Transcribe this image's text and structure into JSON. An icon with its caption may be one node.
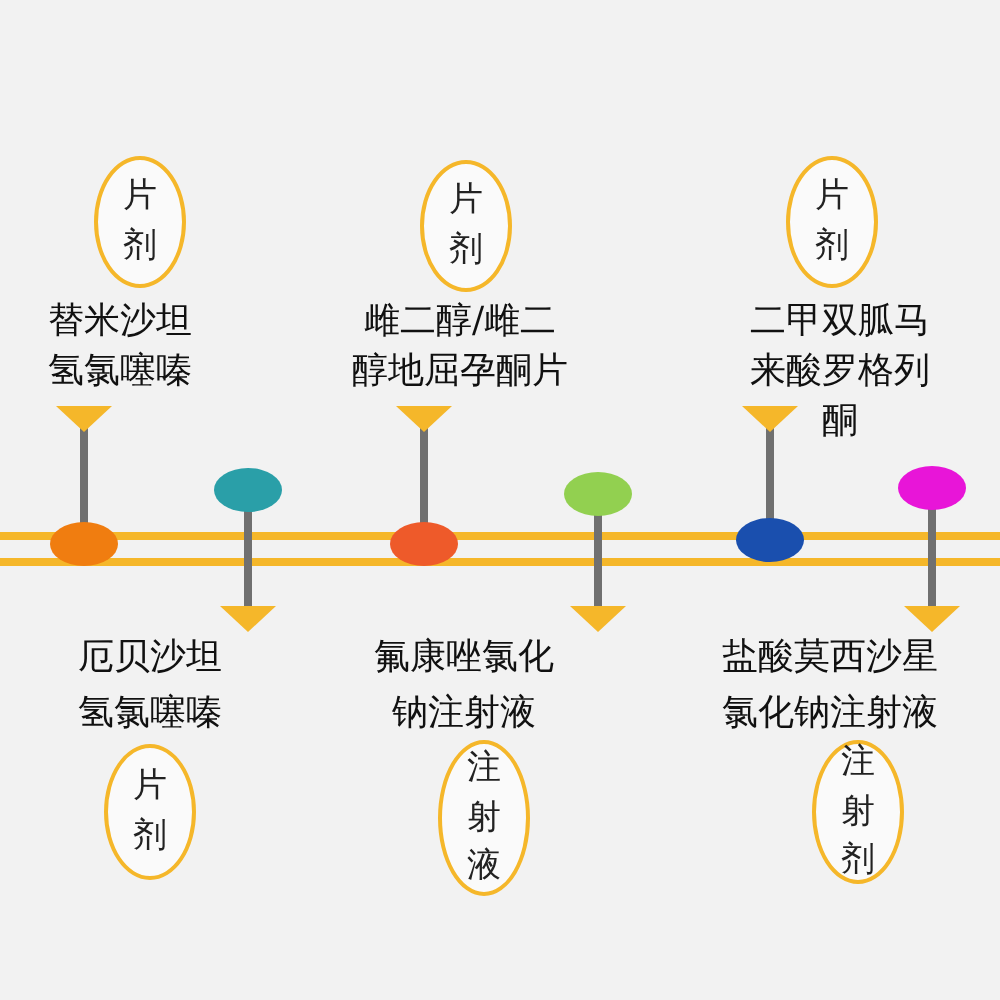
{
  "diagram": {
    "nodes": [
      {
        "text": [
          "片剂"
        ],
        "beside": [
          "替米沙坦氢氯噻嗪"
        ]
      },
      {
        "text": [
          "片剂"
        ],
        "beside": [
          "雌二醇/雌二醇地屈孕酮片"
        ]
      },
      {
        "text": [
          "片剂"
        ],
        "beside": [
          "二甲双胍马来酸罗格列酮"
        ]
      },
      {
        "text": [
          "片剂"
        ],
        "beside": [
          "厄贝沙坦氢氯噻嗪"
        ]
      },
      {
        "text": [
          "注射液"
        ],
        "beside": [
          "氟康唑氯化钠注射液"
        ]
      },
      {
        "text": [
          "注射剂"
        ],
        "beside": [
          "盐酸莫西沙星氯化钠注射液"
        ]
      }
    ]
  }
}
